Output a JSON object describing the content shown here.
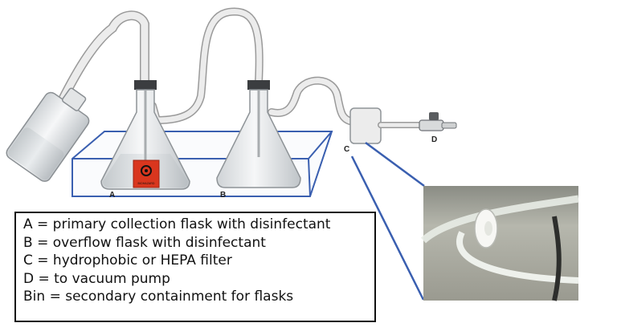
{
  "labels": {
    "a": "A",
    "b": "B",
    "c": "C",
    "d": "D",
    "biohazard": "BIOHAZARD"
  },
  "legend": [
    "A = primary collection flask with disinfectant",
    "B = overflow flask with disinfectant",
    "C = hydrophobic or HEPA filter",
    "D = to vacuum pump",
    "Bin = secondary containment for flasks"
  ],
  "colors": {
    "bin_outline": "#3a5fb0",
    "zoom_lines": "#3a5fb0",
    "biohazard_red": "#d9361e",
    "tubing": "#e8e8e8"
  }
}
